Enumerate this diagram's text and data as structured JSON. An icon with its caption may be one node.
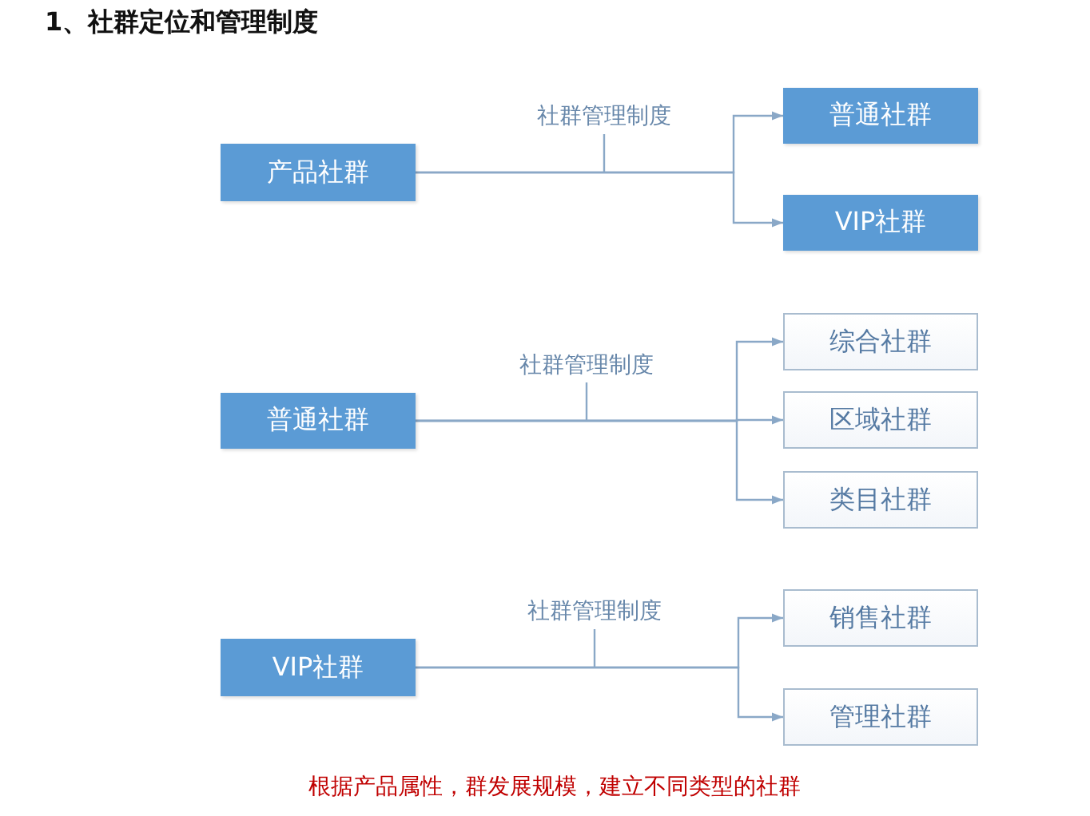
{
  "diagram": {
    "title": "1、社群定位和管理制度",
    "caption": "根据产品属性，群发展规模，建立不同类型的社群",
    "nodes": [
      {
        "text": [
          "产品社群"
        ]
      },
      {
        "text": [
          "普通社群"
        ]
      },
      {
        "text": [
          "VIP社群"
        ]
      },
      {
        "text": [
          "普通社群"
        ]
      },
      {
        "text": [
          "综合社群"
        ]
      },
      {
        "text": [
          "区域社群"
        ]
      },
      {
        "text": [
          "类目社群"
        ]
      },
      {
        "text": [
          "VIP社群"
        ]
      },
      {
        "text": [
          "销售社群"
        ]
      },
      {
        "text": [
          "管理社群"
        ]
      }
    ],
    "edges": [
      {
        "from": 0,
        "to": 1,
        "arrow": "to",
        "label": "社群管理制度"
      },
      {
        "from": 0,
        "to": 2,
        "arrow": "to"
      },
      {
        "from": 3,
        "to": 4,
        "arrow": "to",
        "label": "社群管理制度"
      },
      {
        "from": 3,
        "to": 5,
        "arrow": "to"
      },
      {
        "from": 3,
        "to": 6,
        "arrow": "to"
      },
      {
        "from": 7,
        "to": 8,
        "arrow": "to",
        "label": "社群管理制度"
      },
      {
        "from": 7,
        "to": 9,
        "arrow": "to"
      }
    ]
  }
}
